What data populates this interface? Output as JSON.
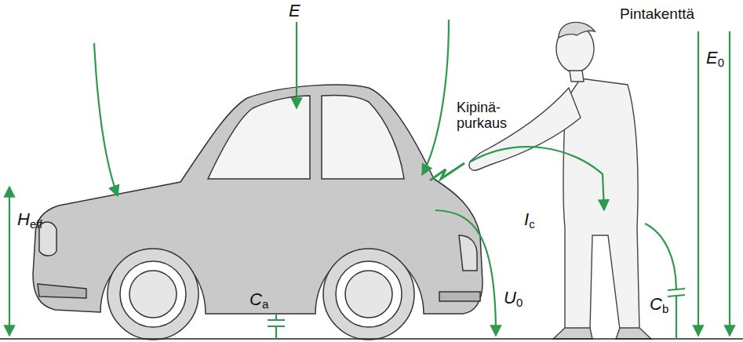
{
  "diagram": {
    "labels": [
      "E",
      "Pintakenttä",
      "E0",
      "Kipinä- purkaus",
      "Heff",
      "Ic",
      "U0",
      "Ca",
      "Cb"
    ]
  }
}
